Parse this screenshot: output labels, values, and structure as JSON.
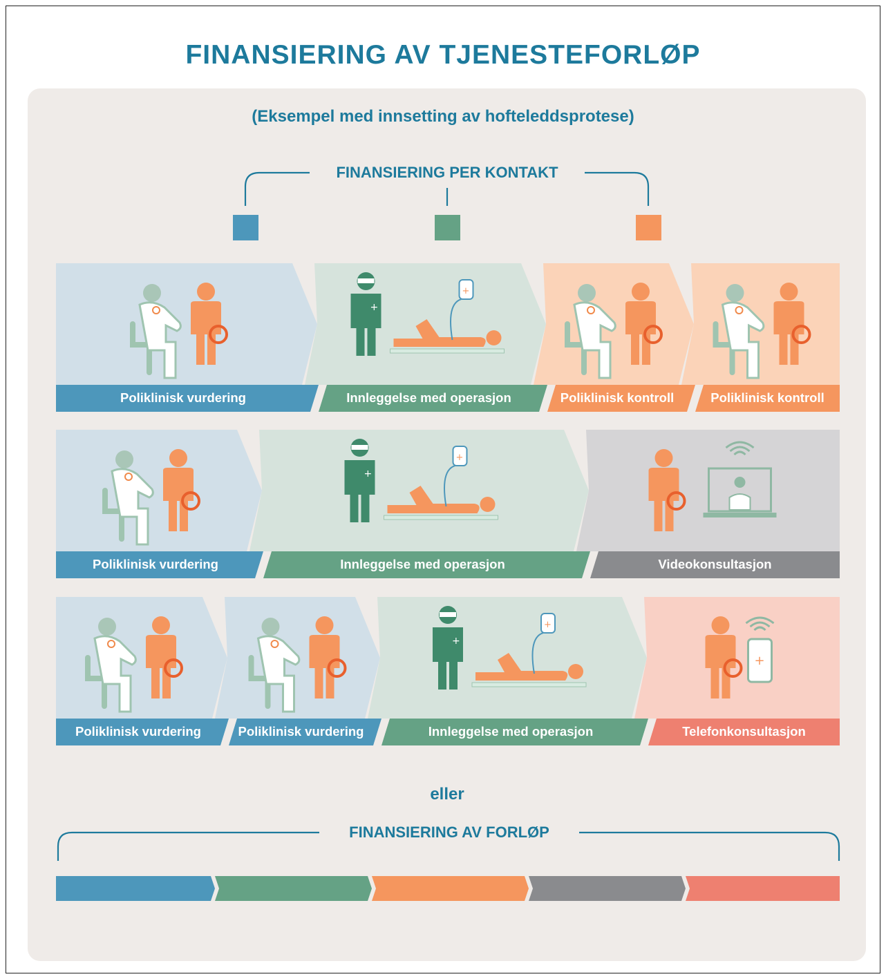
{
  "title": "FINANSIERING AV TJENESTEFORLØP",
  "subtitle": "(Eksempel med innsetting av hofteleddsprotese)",
  "per_contact_label": "FINANSIERING PER KONTAKT",
  "or_label": "eller",
  "per_pathway_label": "FINANSIERING AV FORLØP",
  "colors": {
    "blue": "#4d97bb",
    "blue_light": "#d1dfe8",
    "green": "#65a285",
    "green_light": "#d6e3dc",
    "orange": "#f5965e",
    "orange_light": "#fbd3b8",
    "grey": "#8a8b8e",
    "grey_light": "#d5d4d6",
    "coral": "#ee8070",
    "coral_light": "#f9d0c5",
    "title": "#1d7a9c"
  },
  "rows": [
    {
      "steps": [
        {
          "label": "Poliklinisk vurdering",
          "color": "blue",
          "icon": "patient-consultation-icon"
        },
        {
          "label": "Innleggelse med operasjon",
          "color": "green",
          "icon": "surgery-icon"
        },
        {
          "label": "Poliklinisk kontroll",
          "color": "orange",
          "icon": "patient-consultation-icon"
        },
        {
          "label": "Poliklinisk kontroll",
          "color": "orange",
          "icon": "patient-consultation-icon"
        }
      ]
    },
    {
      "steps": [
        {
          "label": "Poliklinisk vurdering",
          "color": "blue",
          "icon": "patient-consultation-icon"
        },
        {
          "label": "Innleggelse med operasjon",
          "color": "green",
          "icon": "surgery-icon"
        },
        {
          "label": "Videokonsultasjon",
          "color": "grey",
          "icon": "video-consultation-icon"
        }
      ]
    },
    {
      "steps": [
        {
          "label": "Poliklinisk vurdering",
          "color": "blue",
          "icon": "patient-consultation-icon"
        },
        {
          "label": "Poliklinisk vurdering",
          "color": "blue",
          "icon": "patient-consultation-icon"
        },
        {
          "label": "Innleggelse med operasjon",
          "color": "green",
          "icon": "surgery-icon"
        },
        {
          "label": "Telefonkonsultasjon",
          "color": "coral",
          "icon": "phone-consultation-icon"
        }
      ]
    }
  ],
  "pathway_segments": [
    "blue",
    "green",
    "orange",
    "grey",
    "coral"
  ],
  "contact_squares": [
    "blue",
    "green",
    "orange"
  ]
}
